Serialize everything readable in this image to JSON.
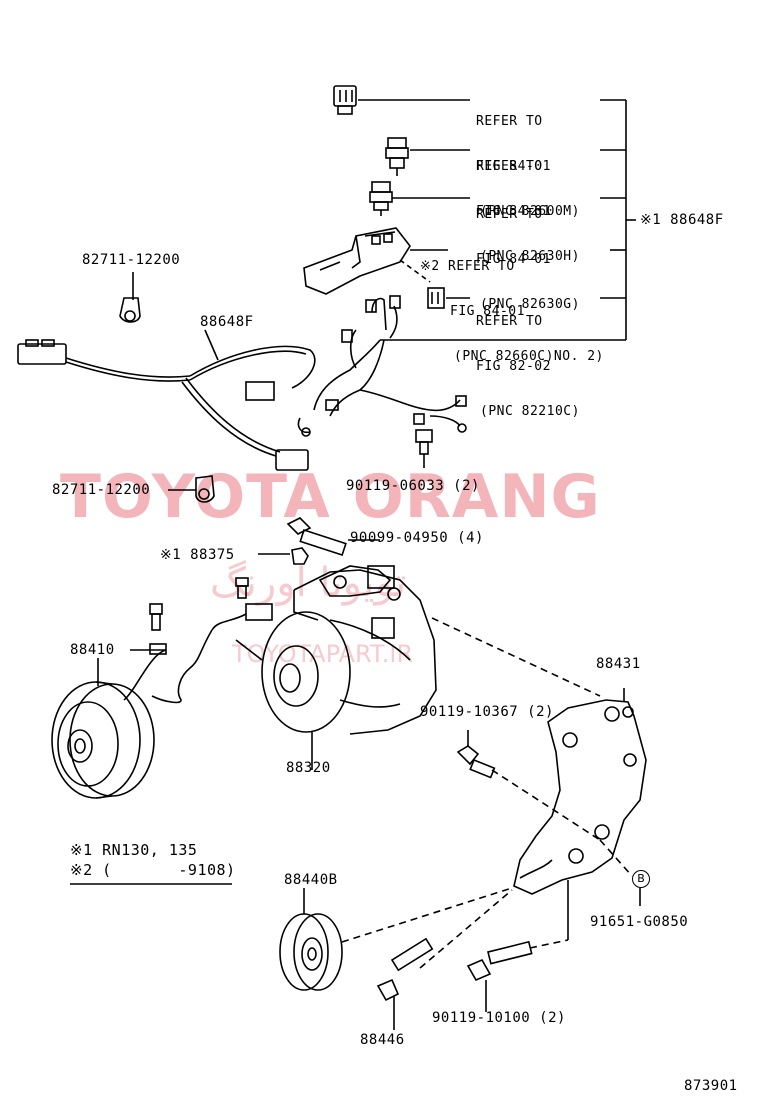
{
  "diagram_id": "873901",
  "watermark": {
    "brand": "TOYOTA ORANG",
    "persian": "تویوتا اورنگ",
    "url": "TOYOTAPART.IR"
  },
  "refer_notes": [
    {
      "line1": "REFER TO",
      "line2": "FIG 84-01",
      "line3": "(PNC 82600M)"
    },
    {
      "line1": "REFER TO",
      "line2": "FIG 84-01",
      "line3": "(PNC 82630H)"
    },
    {
      "line1": "REFER TO",
      "line2": "FIG 84-01",
      "line3": "(PNC 82630G)"
    },
    {
      "line1": "※2 REFER TO",
      "line2": "FIG 84-01",
      "line3": "(PNC 82660C)NO. 2)"
    },
    {
      "line1": "REFER TO",
      "line2": "FIG 82-02",
      "line3": "(PNC 82210C)"
    }
  ],
  "bracket_label": "※1 88648F",
  "parts": {
    "p82711_a": "82711-12200",
    "p88648F": "88648F",
    "p82711_b": "82711-12200",
    "p90119_06033": "90119-06033 (2)",
    "p90099_04950": "90099-04950 (4)",
    "p88375": "※1 88375",
    "p88410": "88410",
    "p88320": "88320",
    "p88431": "88431",
    "p90119_10367": "90119-10367 (2)",
    "p88440B": "88440B",
    "p91651": "91651-G0850",
    "p90119_10100": "90119-10100 (2)",
    "p88446": "88446",
    "callout_B": "B"
  },
  "notes": {
    "note1": "※1 RN130, 135",
    "note2": "※2 (       -9108)"
  }
}
